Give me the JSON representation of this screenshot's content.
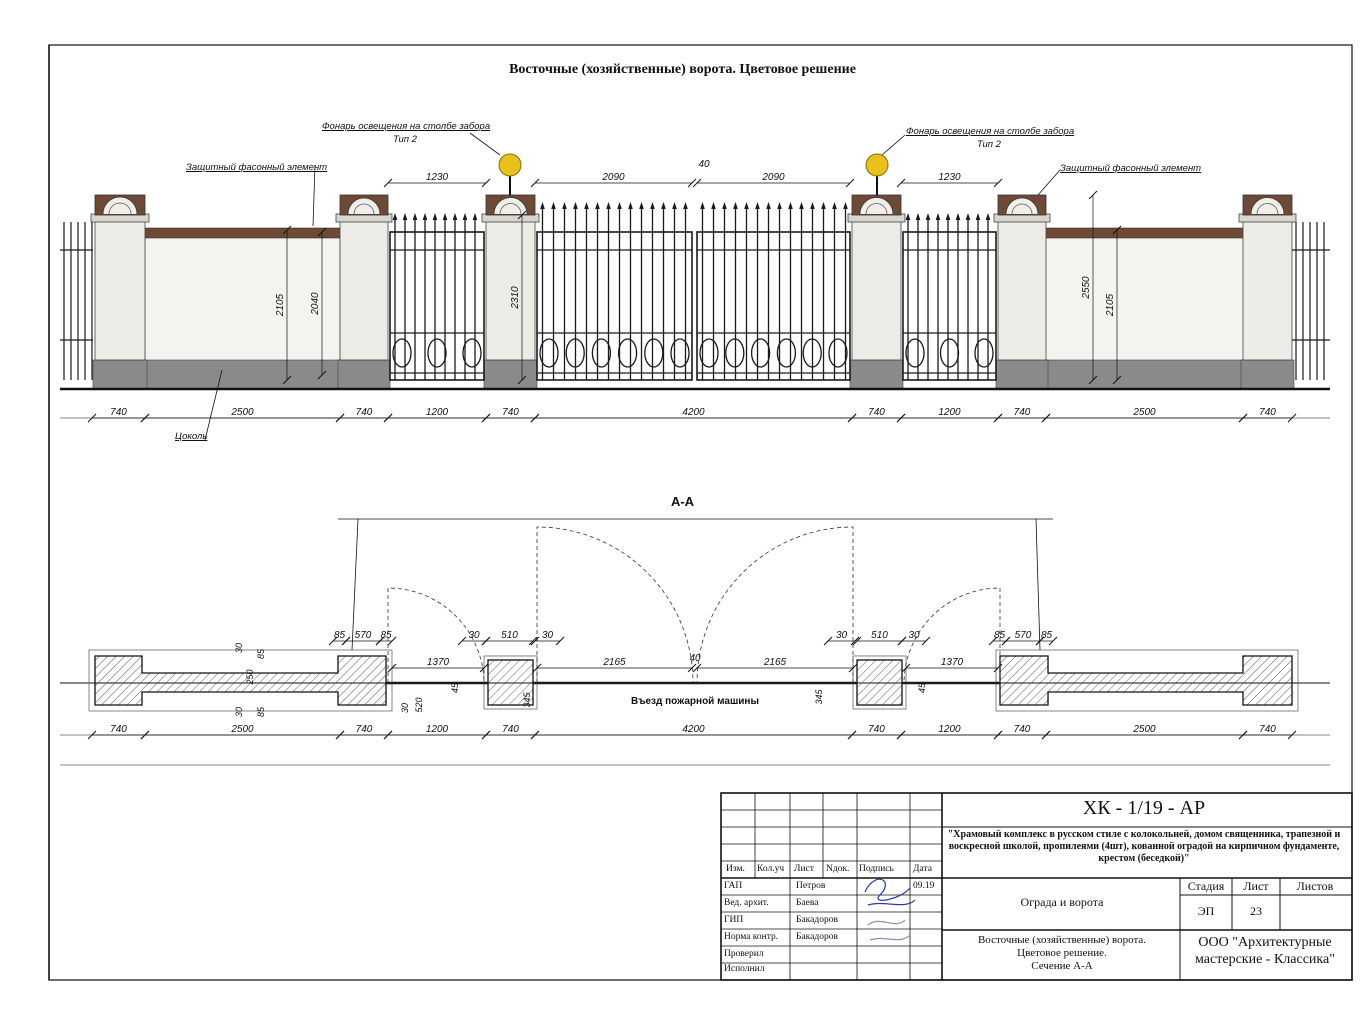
{
  "sheet_title": "Восточные (хозяйственные) ворота. Цветовое решение",
  "notes": {
    "lamp_left_line1": "Фонарь освещения на столбе забора",
    "lamp_left_line2": "Тип 2",
    "lamp_right_line1": "Фонарь освещения на столбе забора",
    "lamp_right_line2": "Тип 2",
    "protect_left": "Защитный фасонный элемент",
    "protect_right": "Защитный фасонный элемент",
    "plinth": "Цоколь"
  },
  "elevation_dims": {
    "top": [
      "1230",
      "2090",
      "40",
      "2090",
      "1230"
    ],
    "vertical": [
      "2105",
      "2040",
      "2310",
      "2550",
      "2105"
    ],
    "bottom": [
      "740",
      "2500",
      "740",
      "1200",
      "740",
      "4200",
      "740",
      "1200",
      "740",
      "2500",
      "740"
    ]
  },
  "section_title": "А-А",
  "section_dims": {
    "top_left": [
      "85",
      "570",
      "85",
      "30",
      "510",
      "30"
    ],
    "top_right": [
      "30",
      "510",
      "30",
      "85",
      "570",
      "85"
    ],
    "gate": [
      "2165",
      "40",
      "2165"
    ],
    "opening": [
      "1370",
      "1370"
    ],
    "small_left": [
      "30",
      "85",
      "250",
      "30",
      "85",
      "30",
      "520",
      "45",
      "345"
    ],
    "small_right": [
      "345",
      "45"
    ],
    "bottom": [
      "740",
      "2500",
      "740",
      "1200",
      "740",
      "4200",
      "740",
      "1200",
      "740",
      "2500",
      "740"
    ]
  },
  "fire_label": "Въезд пожарной машины",
  "title_block": {
    "code": "ХК - 1/19 - АР",
    "description": "\"Храмовый комплекс в русском стиле с колокольней, домом священника, трапезной и воскресной школой, пропилеями (4шт), кованной оградой на кирпичном фундаменте,  крестом (беседкой)\"",
    "headers": [
      "Изм.",
      "Кол.уч",
      "Лист",
      "Nдок.",
      "Подпись",
      "Дата"
    ],
    "roles": [
      {
        "role": "ГАП",
        "name": "Петров",
        "date": "09.19"
      },
      {
        "role": "Вед. архит.",
        "name": "Баева",
        "date": ""
      },
      {
        "role": "ГИП",
        "name": "Бакадоров",
        "date": ""
      },
      {
        "role": "Норма контр.",
        "name": "Бакадоров",
        "date": ""
      },
      {
        "role": "Проверил",
        "name": "",
        "date": ""
      },
      {
        "role": "Исполнил",
        "name": "",
        "date": ""
      }
    ],
    "object_name": "Ограда и ворота",
    "stage_label": "Стадия",
    "sheet_label": "Лист",
    "sheets_label": "Листов",
    "stage_value": "ЭП",
    "sheet_value": "23",
    "sheets_value": "",
    "drawing_name_line1": "Восточные (хозяйственные) ворота.",
    "drawing_name_line2": "Цветовое решение.",
    "drawing_name_line3": "Сечение А-А",
    "org_line1": "ООО \"Архитектурные",
    "org_line2": "мастерские - Классика\""
  },
  "colors": {
    "pillar": "#ecebe6",
    "plinth": "#8a8a8a",
    "cap": "#6e4a36",
    "lamp": "#e8c21a",
    "iron": "#1a1a1a"
  }
}
